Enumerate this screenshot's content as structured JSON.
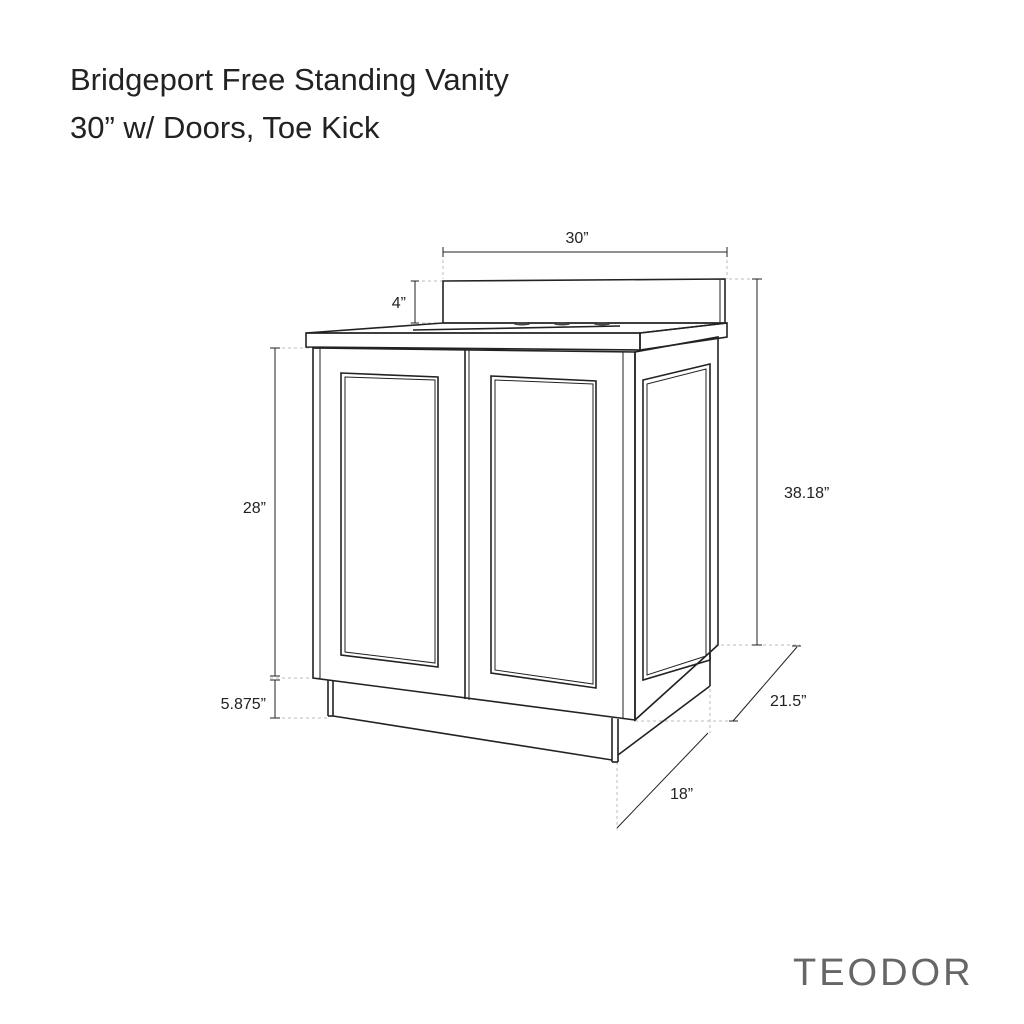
{
  "title": {
    "line1": "Bridgeport Free Standing Vanity",
    "line2": "30” w/ Doors, Toe Kick"
  },
  "dimensions": {
    "width": "30”",
    "backsplash": "4”",
    "cabinet_height": "28”",
    "toe_kick": "5.875”",
    "total_height": "38.18”",
    "top_depth": "21.5”",
    "cabinet_depth": "18”"
  },
  "brand": "TEODOR"
}
